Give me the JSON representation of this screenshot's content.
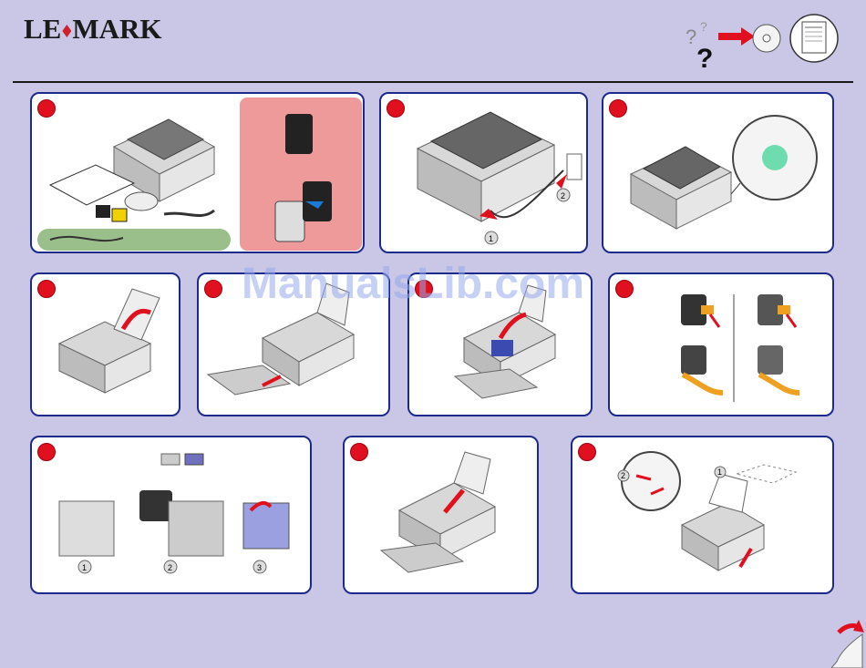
{
  "brand": {
    "logo_text_pre": "LE",
    "logo_text_post": "MARK",
    "accent_color": "#e0101e",
    "panel_border_color": "#1c2a8c"
  },
  "header": {
    "help_icons": [
      "question-mark-icon",
      "arrow-right-icon",
      "cd-icon",
      "booklet-icon"
    ]
  },
  "watermark": {
    "text": "ManualsLib.com"
  },
  "step1": {
    "callouts": []
  },
  "step2": {
    "callouts": [
      "1",
      "2"
    ]
  },
  "step8": {
    "callouts": [
      "1",
      "2"
    ]
  },
  "step9": {
    "callouts": [
      "1",
      "2",
      "3"
    ]
  },
  "step11": {
    "callouts": [
      "2",
      "1"
    ]
  },
  "footer": {
    "page_turn_icon": "page-turn-icon"
  }
}
